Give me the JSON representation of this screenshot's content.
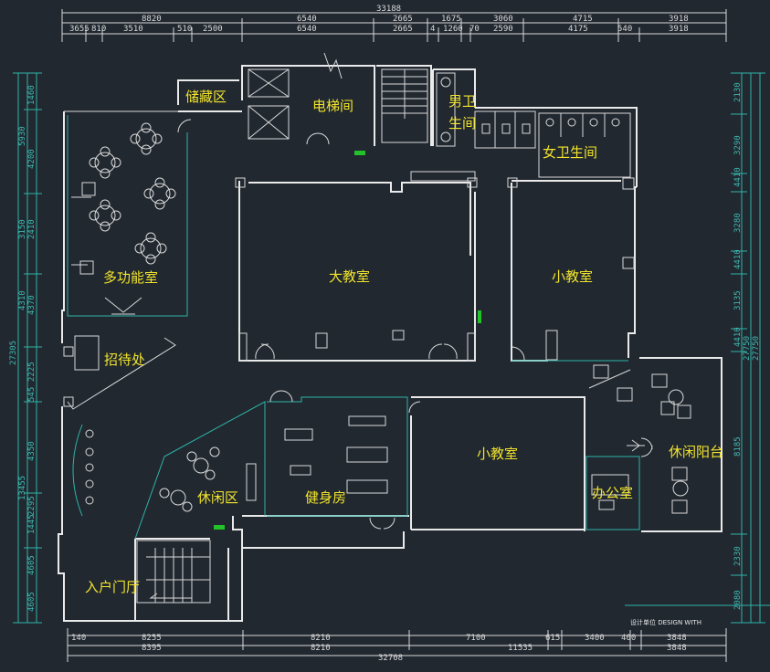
{
  "top_dims": {
    "total": "33188",
    "row1": [
      "8820",
      "6540",
      "2665",
      "1675",
      "3060",
      "4715",
      "3918"
    ],
    "row2": [
      "3655",
      "810",
      "3510",
      "510",
      "2500",
      "6540",
      "2665",
      "4",
      "1260",
      "70",
      "2590",
      "4175",
      "540",
      "3918"
    ]
  },
  "bottom_dims": {
    "row1": [
      "140",
      "8255",
      "8210",
      "7100",
      "615",
      "3400",
      "400",
      "3848"
    ],
    "row2": [
      "8395",
      "8210",
      "11535",
      "3848"
    ],
    "total": "32708"
  },
  "left_dims": {
    "total": "27305",
    "segments": [
      "1460",
      "5930",
      "4200",
      "3150",
      "2410",
      "4310",
      "4370",
      "2225",
      "545",
      "13455",
      "4350",
      "2295",
      "1445",
      "4605",
      "4605"
    ]
  },
  "right_dims": {
    "segments": [
      "2130",
      "3290",
      "4410",
      "3280",
      "4410",
      "3135",
      "4410",
      "8185",
      "2330",
      "2080"
    ],
    "totals": [
      "27750",
      "27750"
    ]
  },
  "rooms": {
    "storage": "储藏区",
    "elevator": "电梯间",
    "mens_wc_1": "男卫",
    "mens_wc_2": "生间",
    "womens_wc": "女卫生间",
    "multi": "多功能室",
    "big_class": "大教室",
    "small_class_top": "小教室",
    "reception": "招待处",
    "small_class_bottom": "小教室",
    "leisure_balcony": "休闲阳台",
    "gym": "健身房",
    "leisure_area": "休闲区",
    "office": "办公室",
    "entrance": "入户门厅"
  },
  "legend": {
    "design_unit": "设计单位  DESIGN WITH"
  },
  "colors": {
    "background": "#212830",
    "wall": "#eaeaea",
    "cyan": "#2fb3a8",
    "label": "#f2e42c",
    "accent": "#22c22a"
  }
}
